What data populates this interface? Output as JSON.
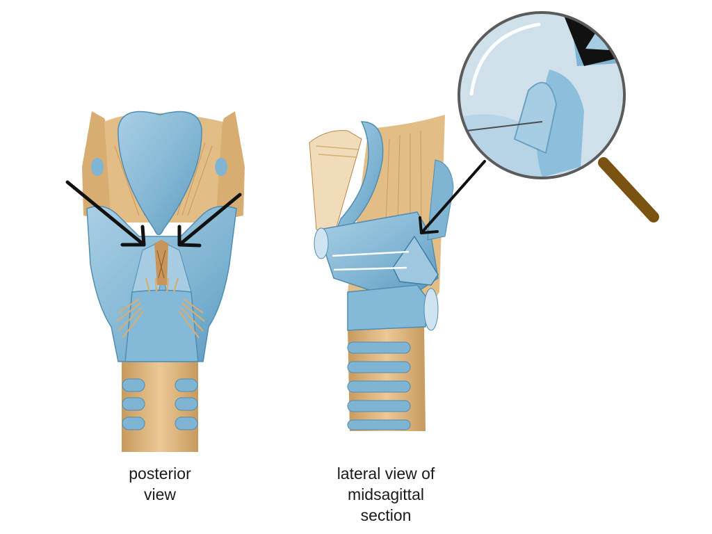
{
  "captions": {
    "posterior": [
      "posterior",
      "view"
    ],
    "lateral": [
      "lateral view of",
      "midsagittal",
      "section"
    ]
  },
  "colors": {
    "cartilage": "#7fb4d2",
    "cartilage_light": "#b9d8ea",
    "cartilage_dark": "#4f8db3",
    "ligament": "#d9b27c",
    "ligament_dark": "#b9864a",
    "arrow": "#111111",
    "magnifier_handle": "#7a5212",
    "magnifier_rim": "#5b5b5b"
  },
  "icons": {
    "magnifier": "magnifying-glass-icon",
    "arrows": "pointer-arrow-icon"
  }
}
